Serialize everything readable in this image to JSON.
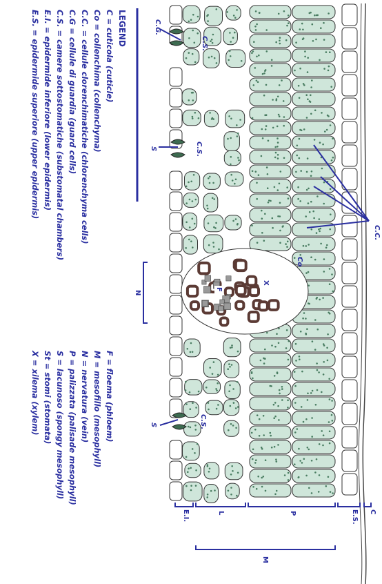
{
  "legend": {
    "title": "LEGEND",
    "left_column": [
      "C   = cuticola (cuticle)",
      "Co  = collenchima  (collenchyma)",
      "C.C. = cellule clorenchimatiche (chlorenchyma cells)",
      "C.G = cellule di guardia (guard cells)",
      "C.S. = camere sottostomatiche (substomatal chambers)",
      "E.I. = epidermide inferiore (lower epidermis)",
      "E.S. = epidermide superiore (upper epidermis)"
    ],
    "right_column": [
      "F    = floema (phloem)",
      "M   = mesofillo (mesophyll)",
      "N   = nervatura (vein)",
      "P    = palizzata (palisade mesophyll)",
      "S    = lacunoso (spongy mesophyll)",
      "St   = stomi (stomata)",
      "X    = xilema (xylem)"
    ]
  },
  "diagram_labels": {
    "cg": "C.G.",
    "cs_top": "C.S.",
    "cs_mid": "C.S.",
    "cs_bottom": "C.S.",
    "s_top": "S",
    "s_bottom": "S",
    "n_vein": "N",
    "co": "Co",
    "x": "X",
    "f": "F",
    "cc": "C.C.",
    "layer_c": "C",
    "layer_es": "E.S.",
    "layer_p": "P",
    "layer_l": "L",
    "layer_ei": "E.I.",
    "layer_m": "M"
  },
  "colors": {
    "ink": "#2a2fa0",
    "chlorenchyma": "#cfe6da",
    "chloroplast": "#4a7d62",
    "xylem": "#5b3a34",
    "phloem": "#9a9a9a",
    "guard_cell": "#3d6b50"
  }
}
